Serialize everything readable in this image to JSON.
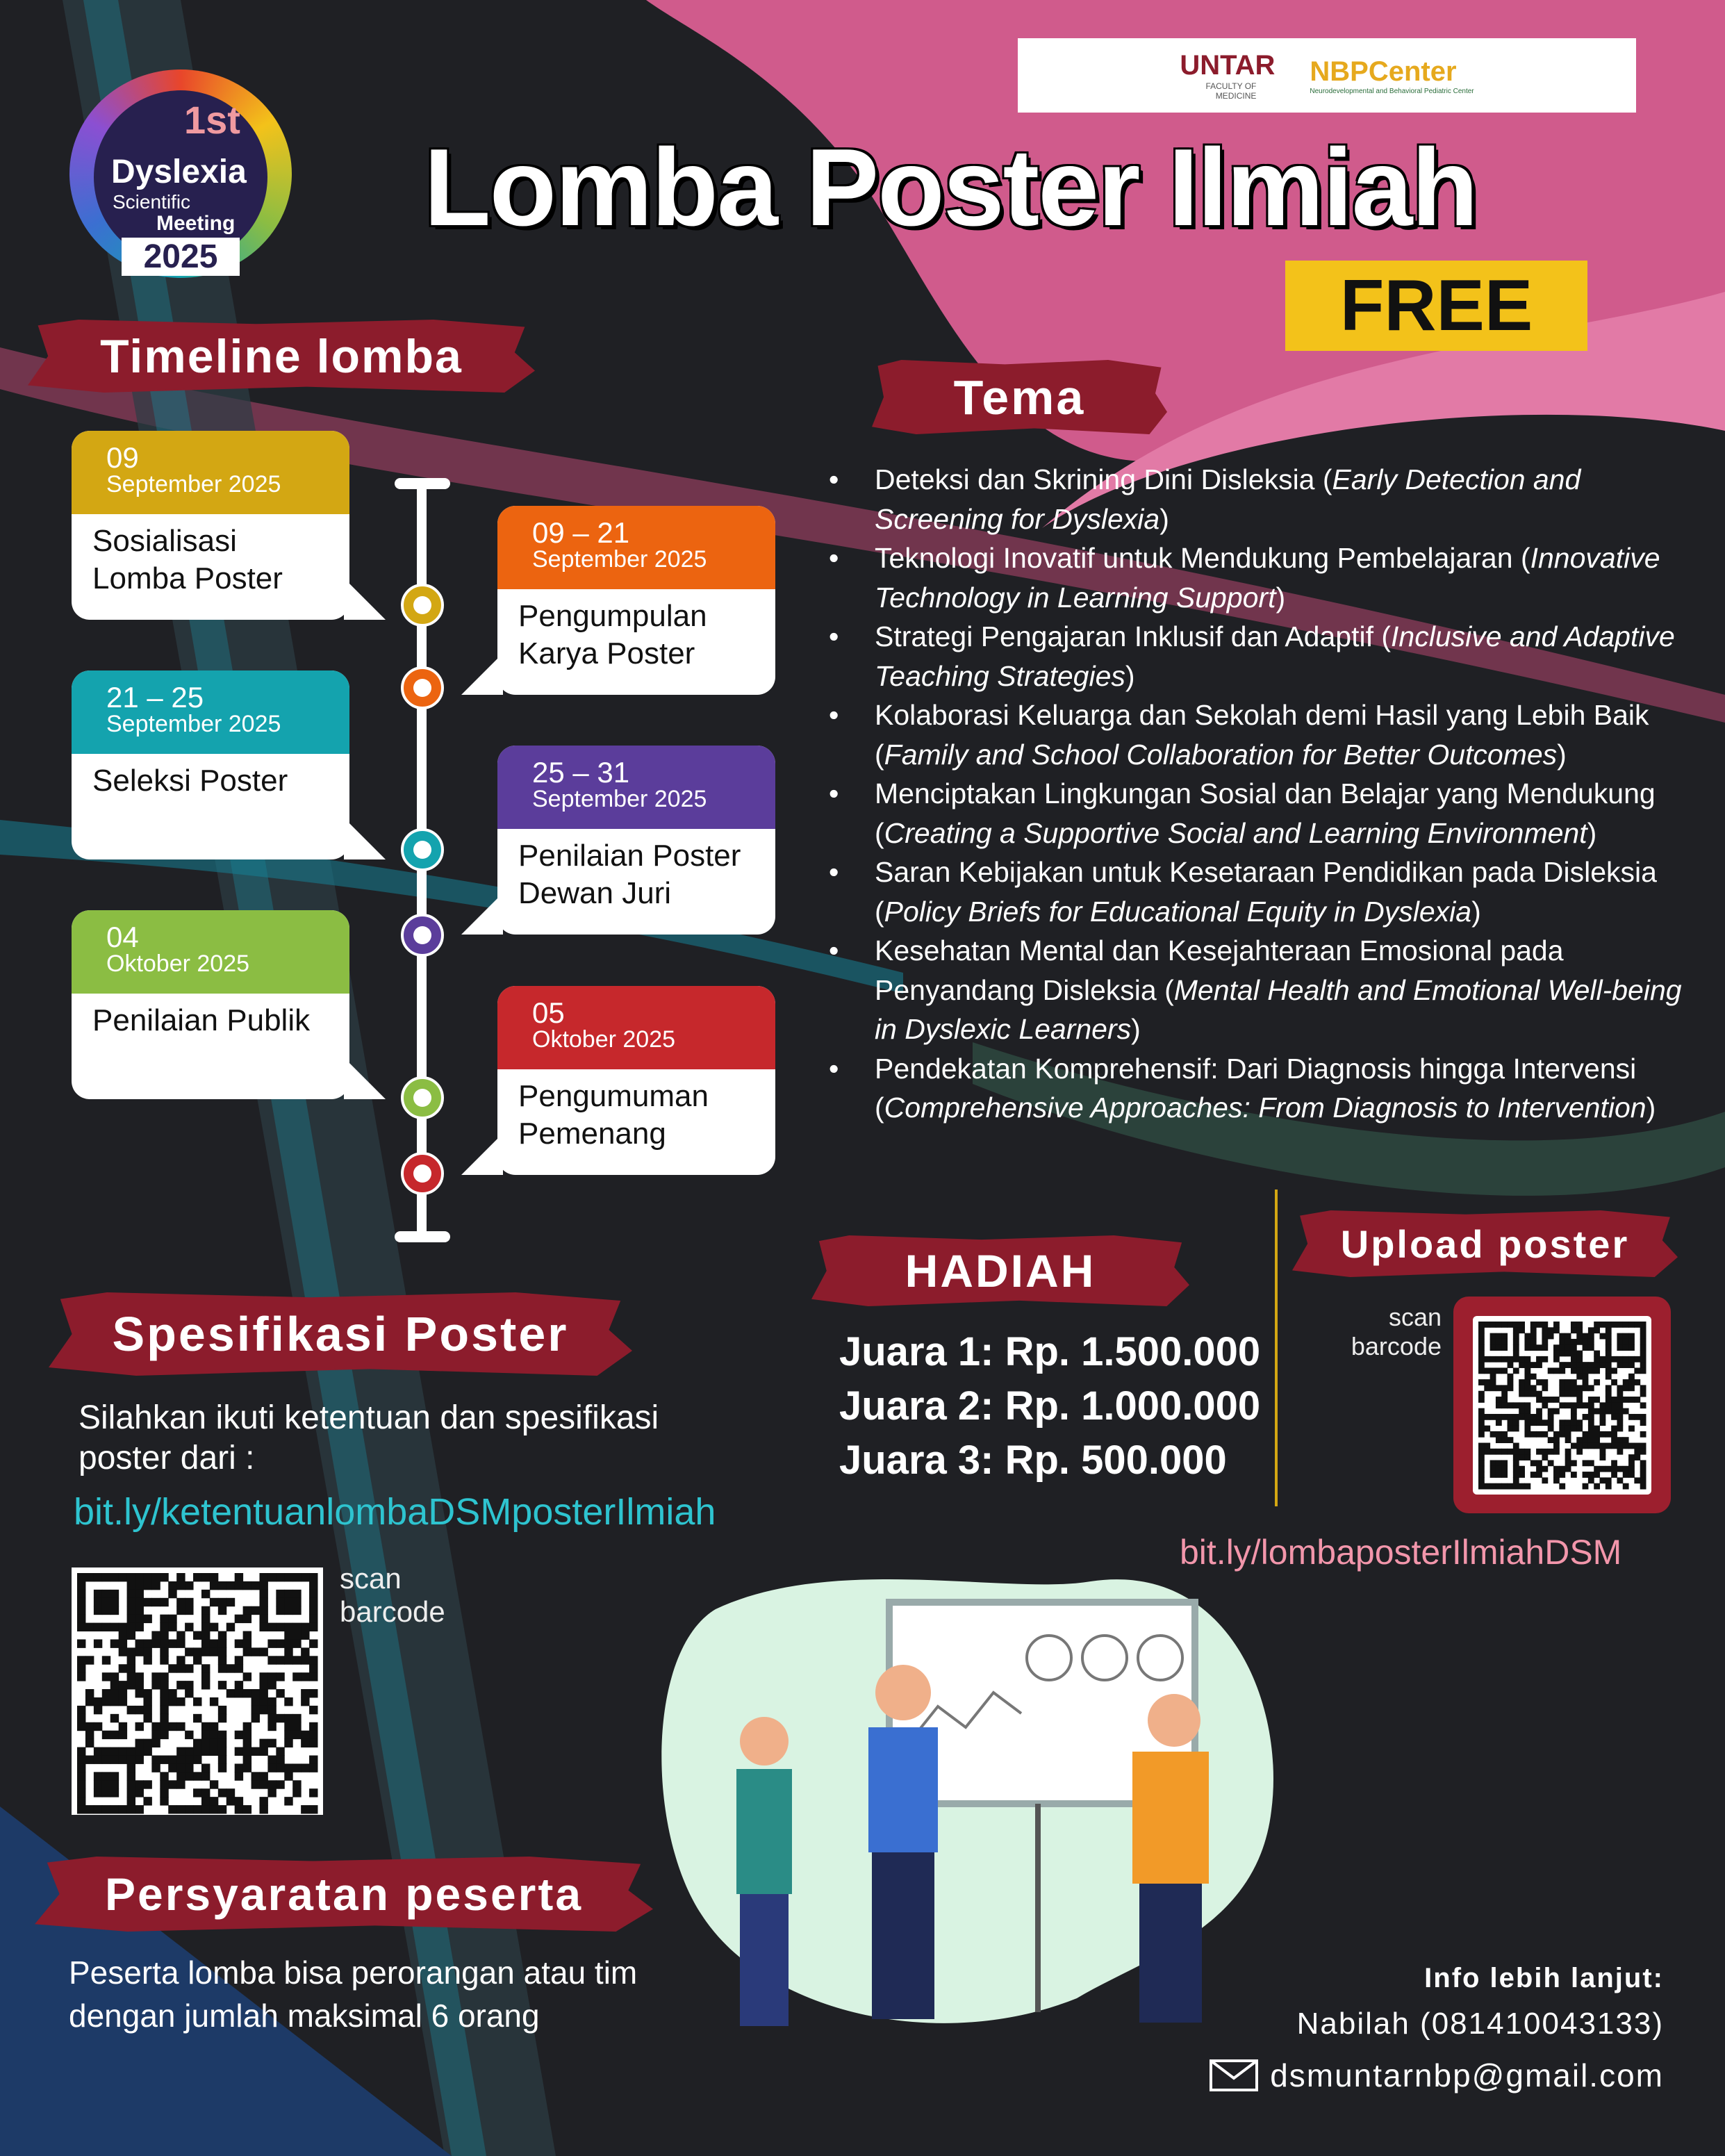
{
  "logo": {
    "ordinal": "1st",
    "line1": "Dyslexia",
    "line2": "Scientific",
    "line3": "Meeting",
    "year": "2025"
  },
  "partners": {
    "untar": "UNTAR",
    "untar_sub": "FACULTY OF MEDICINE",
    "nbp": "NBPCenter",
    "nbp_sub": "Neurodevelopmental and Behavioral Pediatric Center"
  },
  "title": "Lomba Poster Ilmiah",
  "free_badge": "FREE",
  "timeline": {
    "heading": "Timeline lomba",
    "items": [
      {
        "date": "09",
        "month": "September 2025",
        "label": "Sosialisasi Lomba Poster",
        "color": "#d3a713"
      },
      {
        "date": "09 – 21",
        "month": "September 2025",
        "label": "Pengumpulan Karya Poster",
        "color": "#ec6410"
      },
      {
        "date": "21 – 25",
        "month": "September 2025",
        "label": "Seleksi Poster",
        "color": "#14a3ae"
      },
      {
        "date": "25 – 31",
        "month": "September 2025",
        "label": "Penilaian Poster Dewan Juri",
        "color": "#5b3d9b"
      },
      {
        "date": "04",
        "month": "Oktober 2025",
        "label": "Penilaian Publik",
        "color": "#8bbd43"
      },
      {
        "date": "05",
        "month": "Oktober 2025",
        "label": "Pengumuman Pemenang",
        "color": "#c6282c"
      }
    ]
  },
  "tema": {
    "heading": "Tema",
    "items": [
      {
        "id": "Deteksi dan Skrining Dini Disleksia",
        "en": "Early Detection and Screening for Dyslexia"
      },
      {
        "id": "Teknologi Inovatif untuk Mendukung Pembelajaran",
        "en": "Innovative Technology in Learning Support"
      },
      {
        "id": "Strategi Pengajaran Inklusif dan Adaptif",
        "en": "Inclusive and Adaptive Teaching Strategies"
      },
      {
        "id": "Kolaborasi Keluarga dan Sekolah demi Hasil yang Lebih Baik",
        "en": "Family and School Collaboration for Better Outcomes"
      },
      {
        "id": "Menciptakan Lingkungan Sosial dan Belajar yang Mendukung",
        "en": "Creating a Supportive Social and Learning Environment"
      },
      {
        "id": "Saran Kebijakan untuk Kesetaraan Pendidikan pada Disleksia",
        "en": "Policy Briefs for Educational Equity in Dyslexia"
      },
      {
        "id": "Kesehatan Mental dan Kesejahteraan Emosional pada Penyandang Disleksia",
        "en": "Mental Health and Emotional Well-being in Dyslexic Learners"
      },
      {
        "id": "Pendekatan Komprehensif: Dari Diagnosis hingga Intervensi",
        "en": "Comprehensive Approaches: From Diagnosis to Intervention"
      }
    ]
  },
  "hadiah": {
    "heading": "HADIAH",
    "prizes": [
      "Juara 1: Rp. 1.500.000",
      "Juara 2: Rp. 1.000.000",
      "Juara 3: Rp. 500.000"
    ]
  },
  "upload": {
    "heading": "Upload poster",
    "scan": "scan barcode",
    "link": "bit.ly/lombaposterIlmiahDSM"
  },
  "spesifikasi": {
    "heading": "Spesifikasi Poster",
    "text": "Silahkan ikuti ketentuan dan spesifikasi poster dari :",
    "link": "bit.ly/ketentuanlombaDSMposterIlmiah",
    "scan": "scan barcode"
  },
  "persyaratan": {
    "heading": "Persyaratan peserta",
    "text": "Peserta lomba bisa perorangan atau tim dengan jumlah maksimal 6 orang"
  },
  "info": {
    "heading": "Info lebih lanjut:",
    "contact": "Nabilah (081410043133)",
    "email": "dsmuntarnbp@gmail.com"
  },
  "colors": {
    "banner": "#8c1c2c",
    "pink": "#d55a8a",
    "teal": "#2ec4d0",
    "yellow": "#f3c21a"
  }
}
